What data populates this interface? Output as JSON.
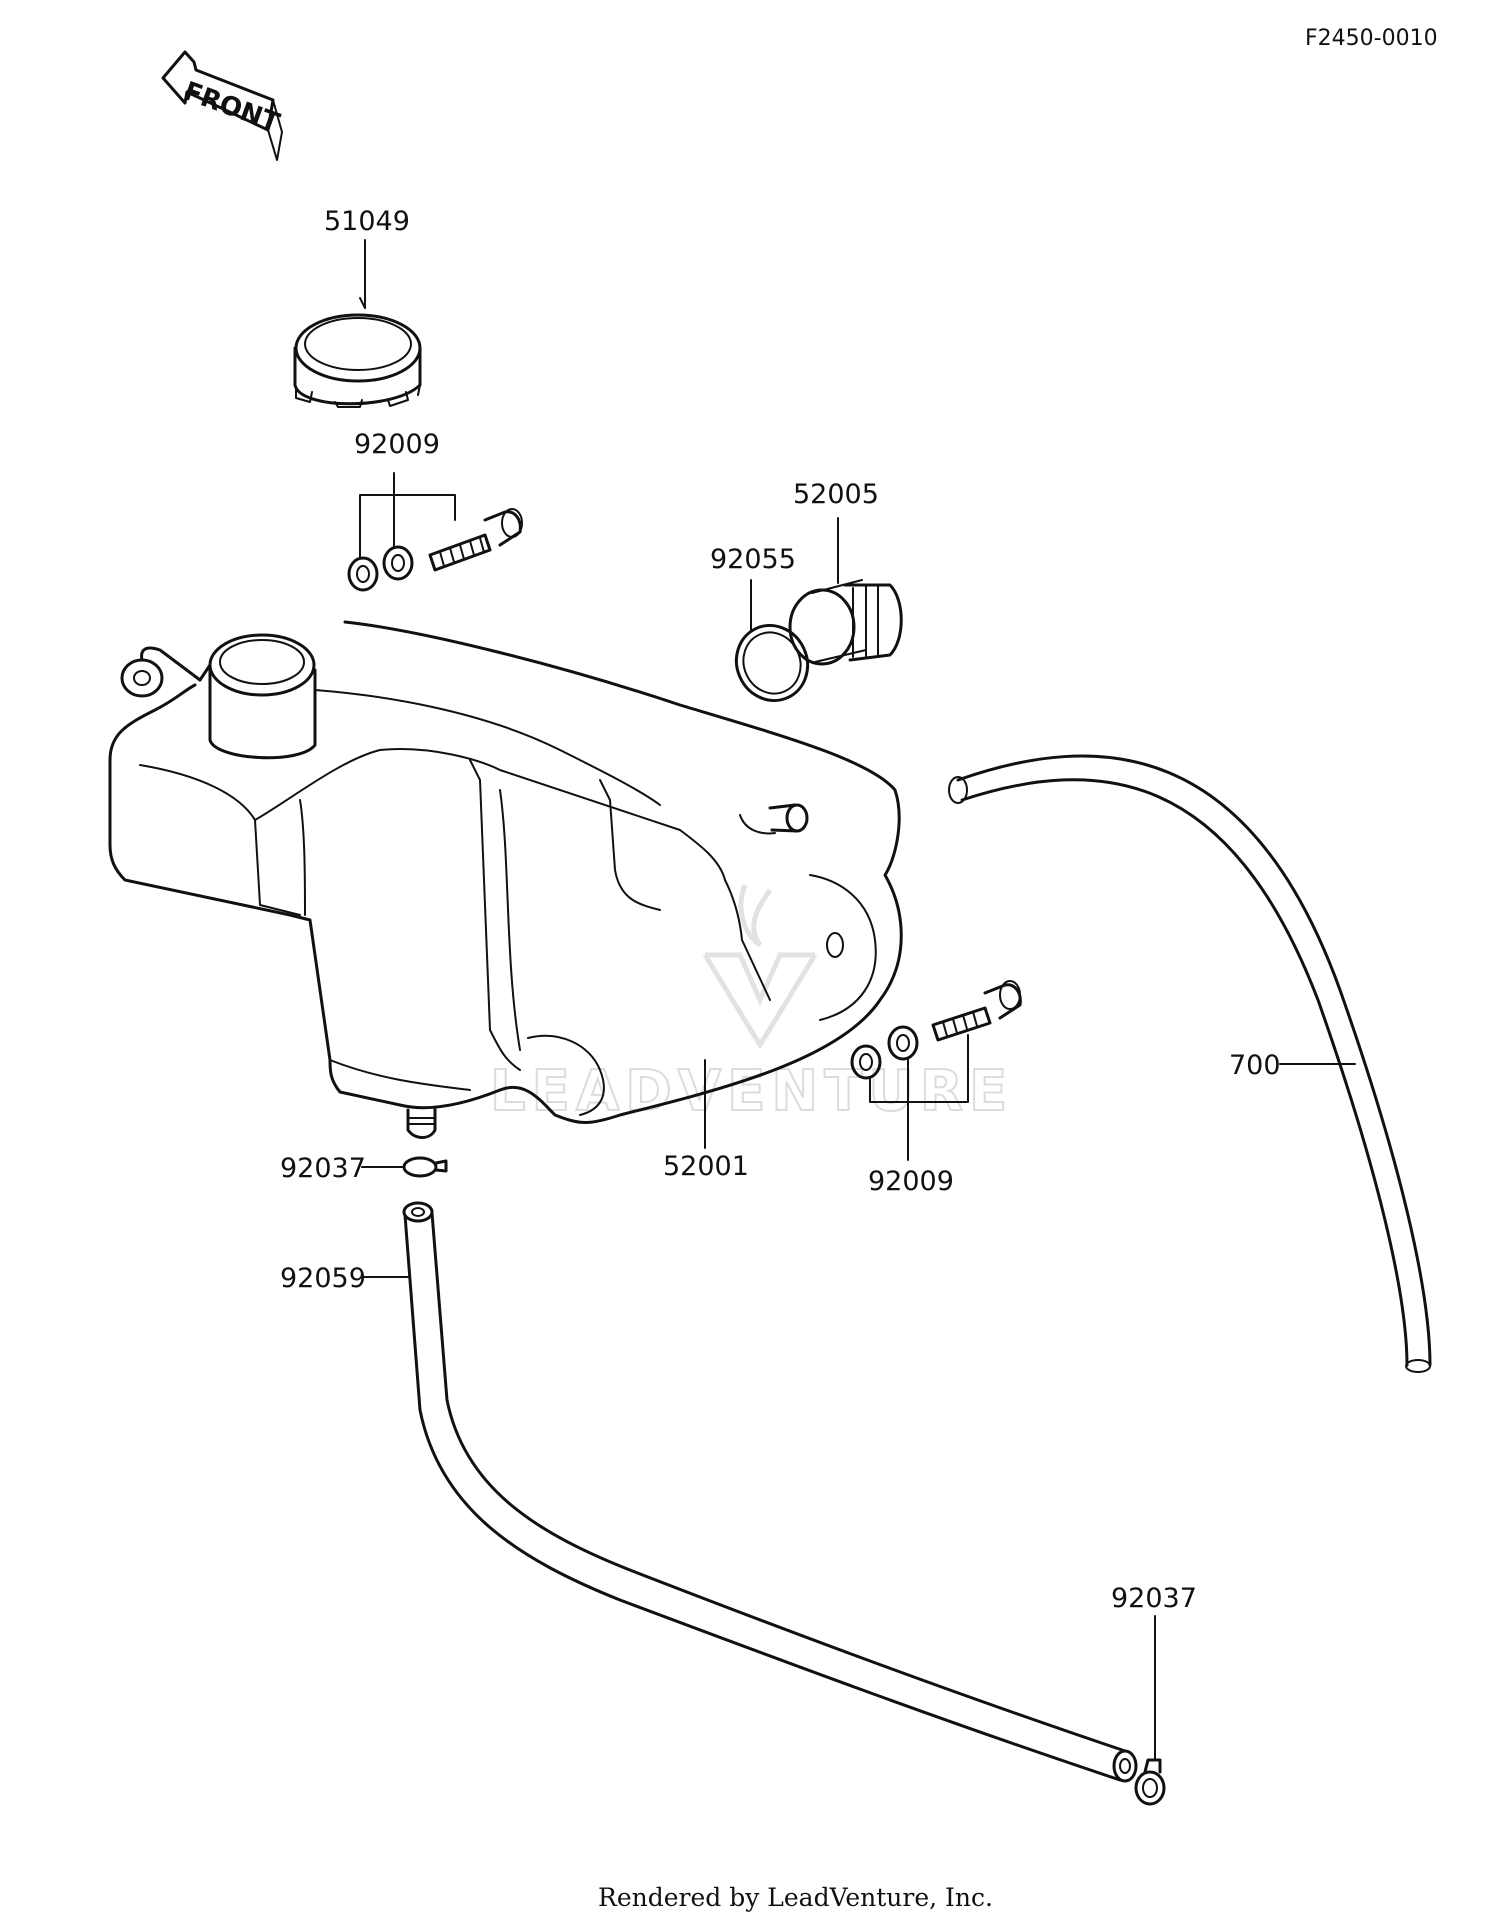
{
  "diagram_ref": "F2450-0010",
  "front_label": "FRONT",
  "watermark_text": "LEADVENTURE",
  "credit": "Rendered by LeadVenture, Inc.",
  "callouts": {
    "cap": "51049",
    "bolt_upper": "92009",
    "gasket": "92055",
    "plug": "52005",
    "tank": "52001",
    "bolt_lower": "92009",
    "overflow_hose": "700",
    "clamp_upper": "92037",
    "drain_hose": "92059",
    "clamp_lower": "92037"
  },
  "colors": {
    "ink": "#111111",
    "background": "#ffffff",
    "watermark": "#dcdcdc"
  }
}
